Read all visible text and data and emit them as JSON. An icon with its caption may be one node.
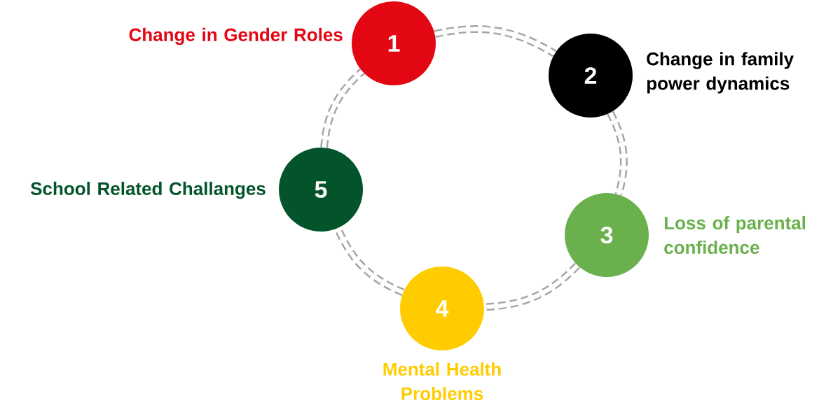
{
  "diagram": {
    "nodes": [
      {
        "text": [
          "1"
        ],
        "beside": [
          "Change in Gender Roles"
        ]
      },
      {
        "text": [
          "2"
        ],
        "beside": [
          "Change in family power dynamics"
        ]
      },
      {
        "text": [
          "3"
        ],
        "beside": [
          "Loss of parental confidence"
        ]
      },
      {
        "text": [
          "4"
        ],
        "beside": [
          "Mental Health Problems"
        ]
      },
      {
        "text": [
          "5"
        ],
        "beside": [
          "School Related Challanges"
        ]
      }
    ],
    "edges": [
      {
        "from": 0,
        "to": 1,
        "arrow": "none",
        "style": "dashed"
      },
      {
        "from": 1,
        "to": 2,
        "arrow": "none",
        "style": "dashed"
      },
      {
        "from": 2,
        "to": 3,
        "arrow": "none",
        "style": "dashed"
      },
      {
        "from": 3,
        "to": 4,
        "arrow": "none",
        "style": "dashed"
      },
      {
        "from": 4,
        "to": 0,
        "arrow": "none",
        "style": "dashed"
      }
    ]
  }
}
